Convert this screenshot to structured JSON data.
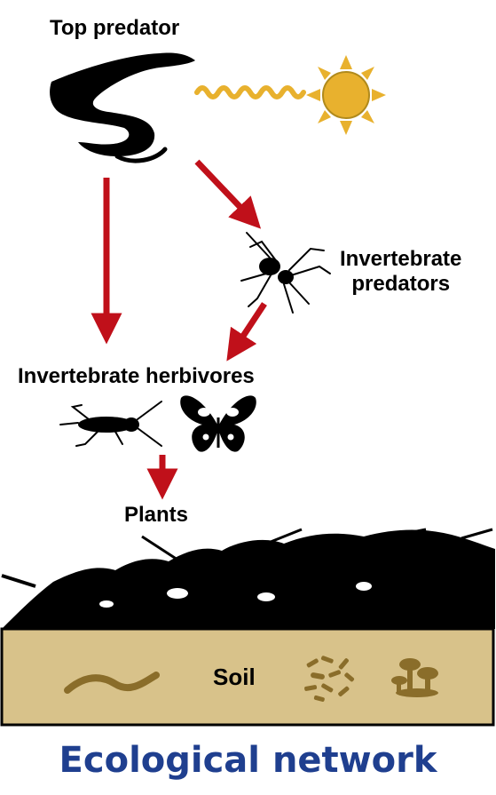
{
  "labels": {
    "top_predator": "Top predator",
    "invertebrate_predators_line1": "Invertebrate",
    "invertebrate_predators_line2": "predators",
    "invertebrate_herbivores": "Invertebrate herbivores",
    "plants": "Plants",
    "soil": "Soil"
  },
  "footer": {
    "title": "Ecological network"
  },
  "colors": {
    "arrow": "#c0101a",
    "sun": "#e8b12e",
    "soil_fill": "#d8c28a",
    "soil_organisms": "#8a6d2a",
    "footer_text": "#1f3f8f",
    "silhouette": "#000000"
  },
  "icons": [
    "snake-icon",
    "sun-icon",
    "sun-wave-icon",
    "spider-icon",
    "cricket-icon",
    "butterfly-icon",
    "plant-mat-icon",
    "worm-icon",
    "microbes-icon",
    "fungi-icon"
  ]
}
